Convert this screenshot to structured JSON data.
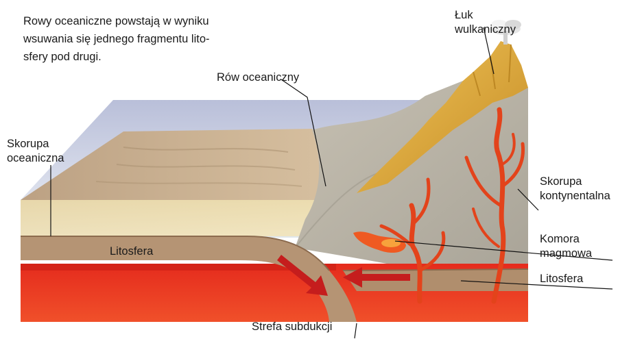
{
  "intro": {
    "line1": "Rowy oceaniczne powstają w wyniku",
    "line2": "wsuwania się jednego fragmentu lito-",
    "line3": "sfery pod drugi."
  },
  "labels": {
    "volcanic_arc": [
      "Łuk",
      "wulkaniczny"
    ],
    "ocean_trench": "Rów oceaniczny",
    "oceanic_crust": [
      "Skorupa",
      "oceaniczna"
    ],
    "continental_crust": [
      "Skorupa",
      "kontynentalna"
    ],
    "magma_chamber": [
      "Komora",
      "magmowa"
    ],
    "lithosphere_left": "Litosfera",
    "lithosphere_right": "Litosfera",
    "subduction_zone": "Strefa subdukcji"
  },
  "colors": {
    "mantle": "#e0261a",
    "lithosphere": "#a8886a",
    "seafloor": "#c8ae8e",
    "water": "#c9cde0",
    "continental_crust": "#b8b3a6",
    "volcanic_arc": "#d9a43a",
    "magma": "#e8481e",
    "arrow": "#c51d1d"
  }
}
